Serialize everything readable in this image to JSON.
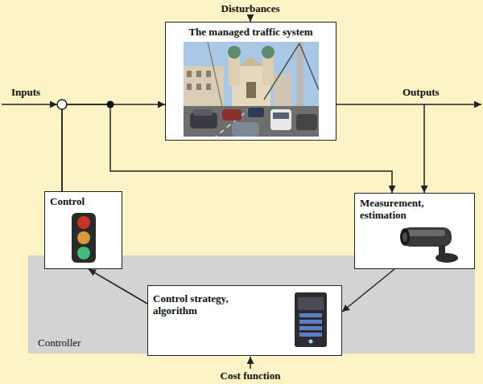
{
  "diagram": {
    "nodes": [
      {
        "text": [
          "The managed traffic system"
        ]
      },
      {
        "text": [
          "Control"
        ]
      },
      {
        "text": [
          "Measurement, estimation"
        ]
      },
      {
        "text": [
          "Controller"
        ]
      },
      {
        "text": [
          "Control strategy, algorithm"
        ],
        "in": 3
      }
    ],
    "edges": [
      {
        "from": 2,
        "to": 4,
        "arrow": "to"
      },
      {
        "from": 4,
        "to": 1,
        "arrow": "to"
      },
      {
        "from": 1,
        "to": 0,
        "arrow": "to"
      },
      {
        "from": 1,
        "to": 2,
        "arrow": "to"
      },
      {
        "from": 0,
        "to": 2,
        "arrow": "to"
      }
    ],
    "labels": [
      "Disturbances",
      "Inputs",
      "Outputs",
      "Cost function"
    ]
  }
}
